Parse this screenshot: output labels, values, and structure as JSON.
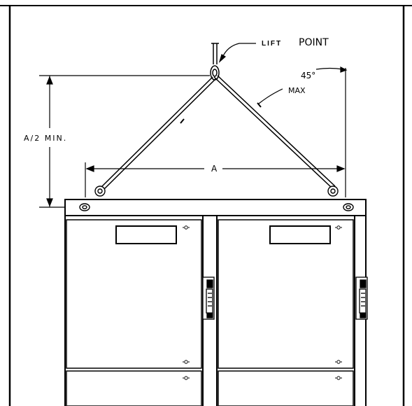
{
  "figure": {
    "labels": {
      "lift_point_prefix": "LIFT",
      "lift_point_suffix": "POINT",
      "angle": "45°",
      "angle_note": "MAX",
      "min_height": "A/2 MIN.",
      "span": "A"
    }
  }
}
